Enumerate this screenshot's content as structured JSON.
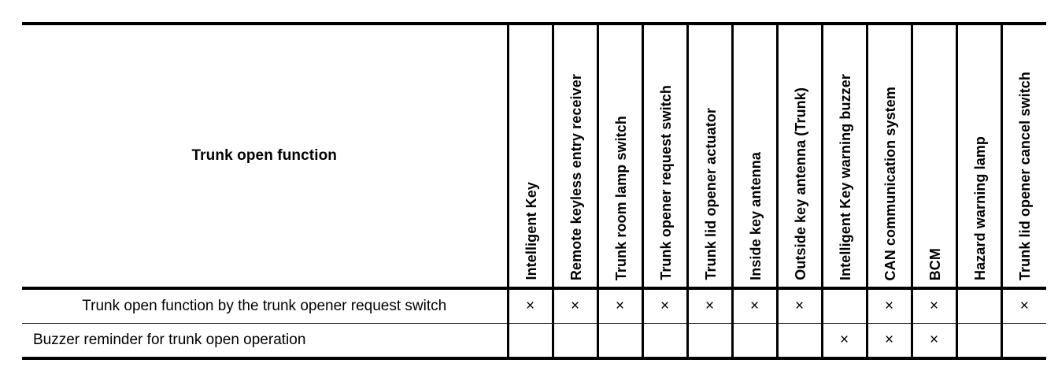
{
  "table": {
    "row_header_label": "Trunk open function",
    "mark_symbol": "×",
    "columns": [
      {
        "id": "intelligent-key",
        "label": "Intelligent Key"
      },
      {
        "id": "remote-keyless-entry-receiver",
        "label": "Remote keyless entry receiver"
      },
      {
        "id": "trunk-room-lamp-switch",
        "label": "Trunk room lamp switch"
      },
      {
        "id": "trunk-opener-request-switch",
        "label": "Trunk opener request switch"
      },
      {
        "id": "trunk-lid-opener-actuator",
        "label": "Trunk lid opener actuator"
      },
      {
        "id": "inside-key-antenna",
        "label": "Inside key antenna"
      },
      {
        "id": "outside-key-antenna-trunk",
        "label": "Outside key antenna (Trunk)"
      },
      {
        "id": "intelligent-key-warning-buzzer",
        "label": "Intelligent Key warning buzzer"
      },
      {
        "id": "can-communication-system",
        "label": "CAN communication system"
      },
      {
        "id": "bcm",
        "label": "BCM"
      },
      {
        "id": "hazard-warning-lamp",
        "label": "Hazard warning lamp"
      },
      {
        "id": "trunk-lid-opener-cancel-switch",
        "label": "Trunk lid opener cancel switch"
      }
    ],
    "rows": [
      {
        "id": "trunk-open-by-opener-request-switch",
        "label": "Trunk open function by the trunk opener request switch",
        "align": "center",
        "marks": [
          true,
          true,
          true,
          true,
          true,
          true,
          true,
          false,
          true,
          true,
          false,
          true
        ]
      },
      {
        "id": "buzzer-reminder-trunk-open",
        "label": "Buzzer reminder for trunk open operation",
        "align": "left",
        "marks": [
          false,
          false,
          false,
          false,
          false,
          false,
          false,
          true,
          true,
          true,
          false,
          false
        ]
      }
    ]
  },
  "colors": {
    "background": "#ffffff",
    "rule": "#000000",
    "text": "#000000"
  }
}
